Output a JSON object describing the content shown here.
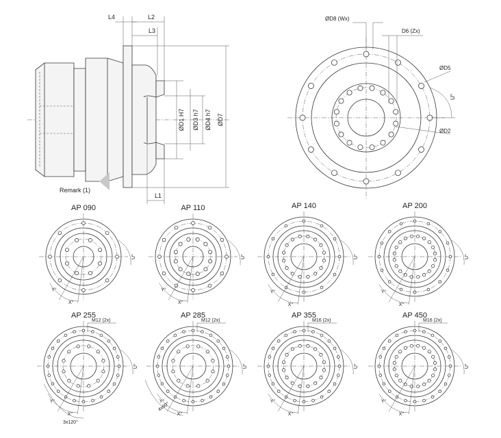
{
  "side_view": {
    "dimensions": {
      "l4": "L4",
      "l2": "L2",
      "l3": "L3",
      "l1": "L1",
      "d1": "ØD1 H7",
      "d3": "ØD3 h7",
      "d4": "ØD4 h7",
      "d7": "ØD7"
    },
    "remark": "Remark (1)"
  },
  "front_view": {
    "d8": "ØD8 (Wx)",
    "d6": "D6 (Zx)",
    "d5": "ØD5",
    "d2": "ØD2",
    "angle_u": "U°"
  },
  "models": [
    {
      "name": "AP 090",
      "thread": "",
      "angle_u": "U°",
      "angle_x": "X°",
      "angle_y": "Y°",
      "extra": ""
    },
    {
      "name": "AP 110",
      "thread": "",
      "angle_u": "U°",
      "angle_x": "X°",
      "angle_y": "Y°",
      "extra": ""
    },
    {
      "name": "AP 140",
      "thread": "",
      "angle_u": "U°",
      "angle_x": "X°",
      "angle_y": "Y°",
      "extra": ""
    },
    {
      "name": "AP 200",
      "thread": "",
      "angle_u": "U°",
      "angle_x": "X°",
      "angle_y": "Y°",
      "extra": ""
    },
    {
      "name": "AP 255",
      "thread": "M12 (2x)",
      "angle_u": "U°",
      "angle_x": "X°",
      "angle_y": "Y°",
      "extra": "3x120°"
    },
    {
      "name": "AP 285",
      "thread": "M12 (2x)",
      "angle_u": "U°",
      "angle_x": "X°",
      "angle_y": "Y°",
      "extra": "4x90°"
    },
    {
      "name": "AP 355",
      "thread": "M16 (2x)",
      "angle_u": "U°",
      "angle_x": "X°",
      "angle_y": "Y°",
      "extra": ""
    },
    {
      "name": "AP 450",
      "thread": "M16 (2x)",
      "angle_u": "U°",
      "angle_x": "X°",
      "angle_y": "Y°",
      "extra": ""
    }
  ]
}
